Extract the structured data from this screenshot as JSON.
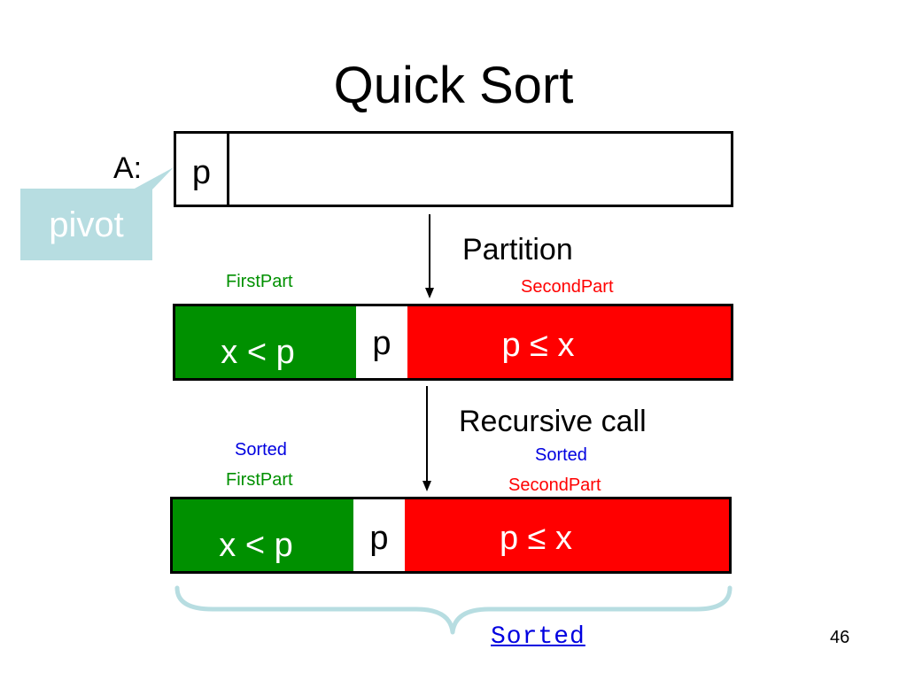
{
  "title": "Quick Sort",
  "array_label": "A:",
  "callout_text": "pivot",
  "colors": {
    "first_part": "#009000",
    "second_part": "#ff0000",
    "blue_label": "#0000e0",
    "callout": "#b7dde1",
    "brace": "#b7dde1"
  },
  "row1": {
    "pivot": "p"
  },
  "partition_label": "Partition",
  "first_part_label": "FirstPart",
  "second_part_label": "SecondPart",
  "row2": {
    "left": "x < p",
    "pivot": "p",
    "right": "p ≤ x"
  },
  "recursive_label": "Recursive call",
  "sorted_first_line1": "Sorted",
  "sorted_first_line2": "FirstPart",
  "sorted_second_line1": "Sorted",
  "sorted_second_line2": "SecondPart",
  "row3": {
    "left": "x < p",
    "pivot": "p",
    "right": "p ≤ x"
  },
  "sorted_bottom": "Sorted",
  "slide_number": "46"
}
